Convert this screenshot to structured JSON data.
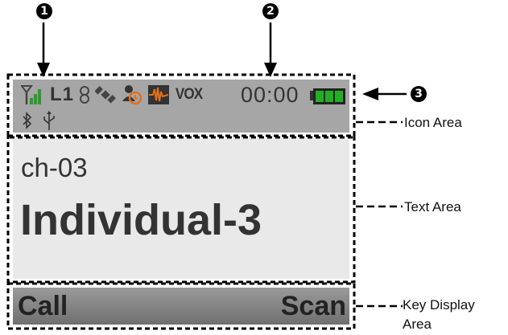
{
  "callouts": {
    "one": "1",
    "two": "2",
    "three": "3"
  },
  "display": {
    "icon_area": {
      "mode_label": "L1",
      "vox_label": "VOX",
      "timer": "00:00",
      "icons": [
        "signal-strength-icon",
        "link-icon",
        "satellite-icon",
        "user-timer-icon",
        "audio-icon",
        "bluetooth-icon",
        "usb-icon",
        "battery-icon"
      ]
    },
    "text_area": {
      "channel": "ch-03",
      "name": "Individual-3"
    },
    "key_area": {
      "left_key": "Call",
      "right_key": "Scan"
    }
  },
  "labels": {
    "icon_area": "Icon Area",
    "text_area": "Text Area",
    "key_area_line1": "Key Display",
    "key_area_line2": "Area"
  },
  "colors": {
    "icon_area_bg": "#a6a6a6",
    "text_area_bg": "#e9e9e9",
    "key_area_bg": "#8a8a8a",
    "signal_green": "#2e9a2e",
    "battery_green": "#22b022",
    "accent_orange": "#e0701c"
  }
}
